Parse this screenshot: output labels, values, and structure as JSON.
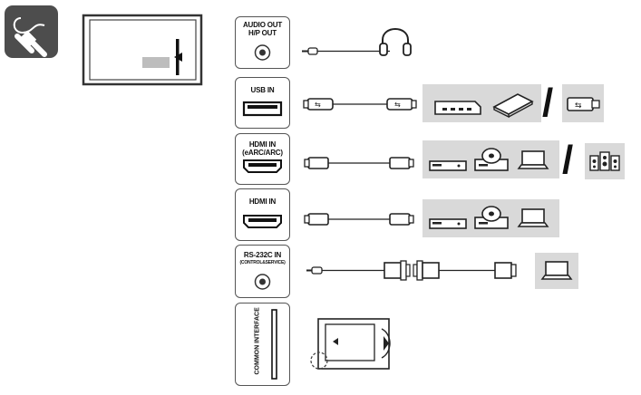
{
  "ports": {
    "audio_out": "AUDIO OUT\nH/P OUT",
    "usb_in": "USB IN",
    "hdmi_earc": "HDMI IN\n(eARC/ARC)",
    "hdmi_in": "HDMI IN",
    "rs232c": "RS-232C IN",
    "rs232c_sub": "(CONTROL&SERVICE)",
    "common_interface": "COMMON INTERFACE"
  },
  "separators": {
    "slash": "/"
  },
  "icons": {
    "connection": "cable-plug-icon",
    "tv": "tv-rear-panel-icon",
    "headphones": "headphones-icon",
    "usb_hdd": "external-hdd-icon",
    "usb_drive": "usb-stick-icon",
    "av_devices": [
      "set-top-box-icon",
      "disc-player-icon",
      "laptop-icon"
    ],
    "speaker": "speaker-system-icon",
    "ci_card": "ci-module-icon"
  },
  "colors": {
    "icon_bg": "#4d4d4d",
    "device_panel": "#d9d9d9",
    "line": "#1a1a1a"
  }
}
